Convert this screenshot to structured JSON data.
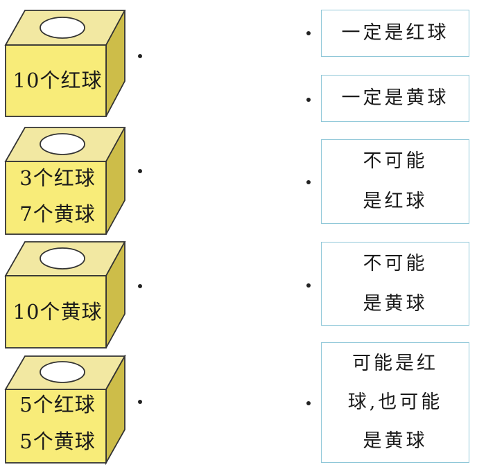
{
  "boxes": [
    {
      "lines": [
        "10个红球"
      ]
    },
    {
      "lines": [
        "3个红球",
        "7个黄球"
      ]
    },
    {
      "lines": [
        "10个黄球"
      ]
    },
    {
      "lines": [
        "5个红球",
        "5个黄球"
      ]
    }
  ],
  "answers": [
    {
      "lines": [
        "一定是红球"
      ]
    },
    {
      "lines": [
        "一定是黄球"
      ]
    },
    {
      "lines": [
        "不可能",
        "是红球"
      ]
    },
    {
      "lines": [
        "不可能",
        "是黄球"
      ]
    },
    {
      "lines": [
        "可能是红",
        "球,也可能",
        "是黄球"
      ]
    }
  ],
  "colors": {
    "box_front": "#f8ec79",
    "box_top": "#f2e8a2",
    "box_side": "#cdbd49",
    "box_outline": "#333333",
    "answer_border": "#8fc7d8"
  }
}
